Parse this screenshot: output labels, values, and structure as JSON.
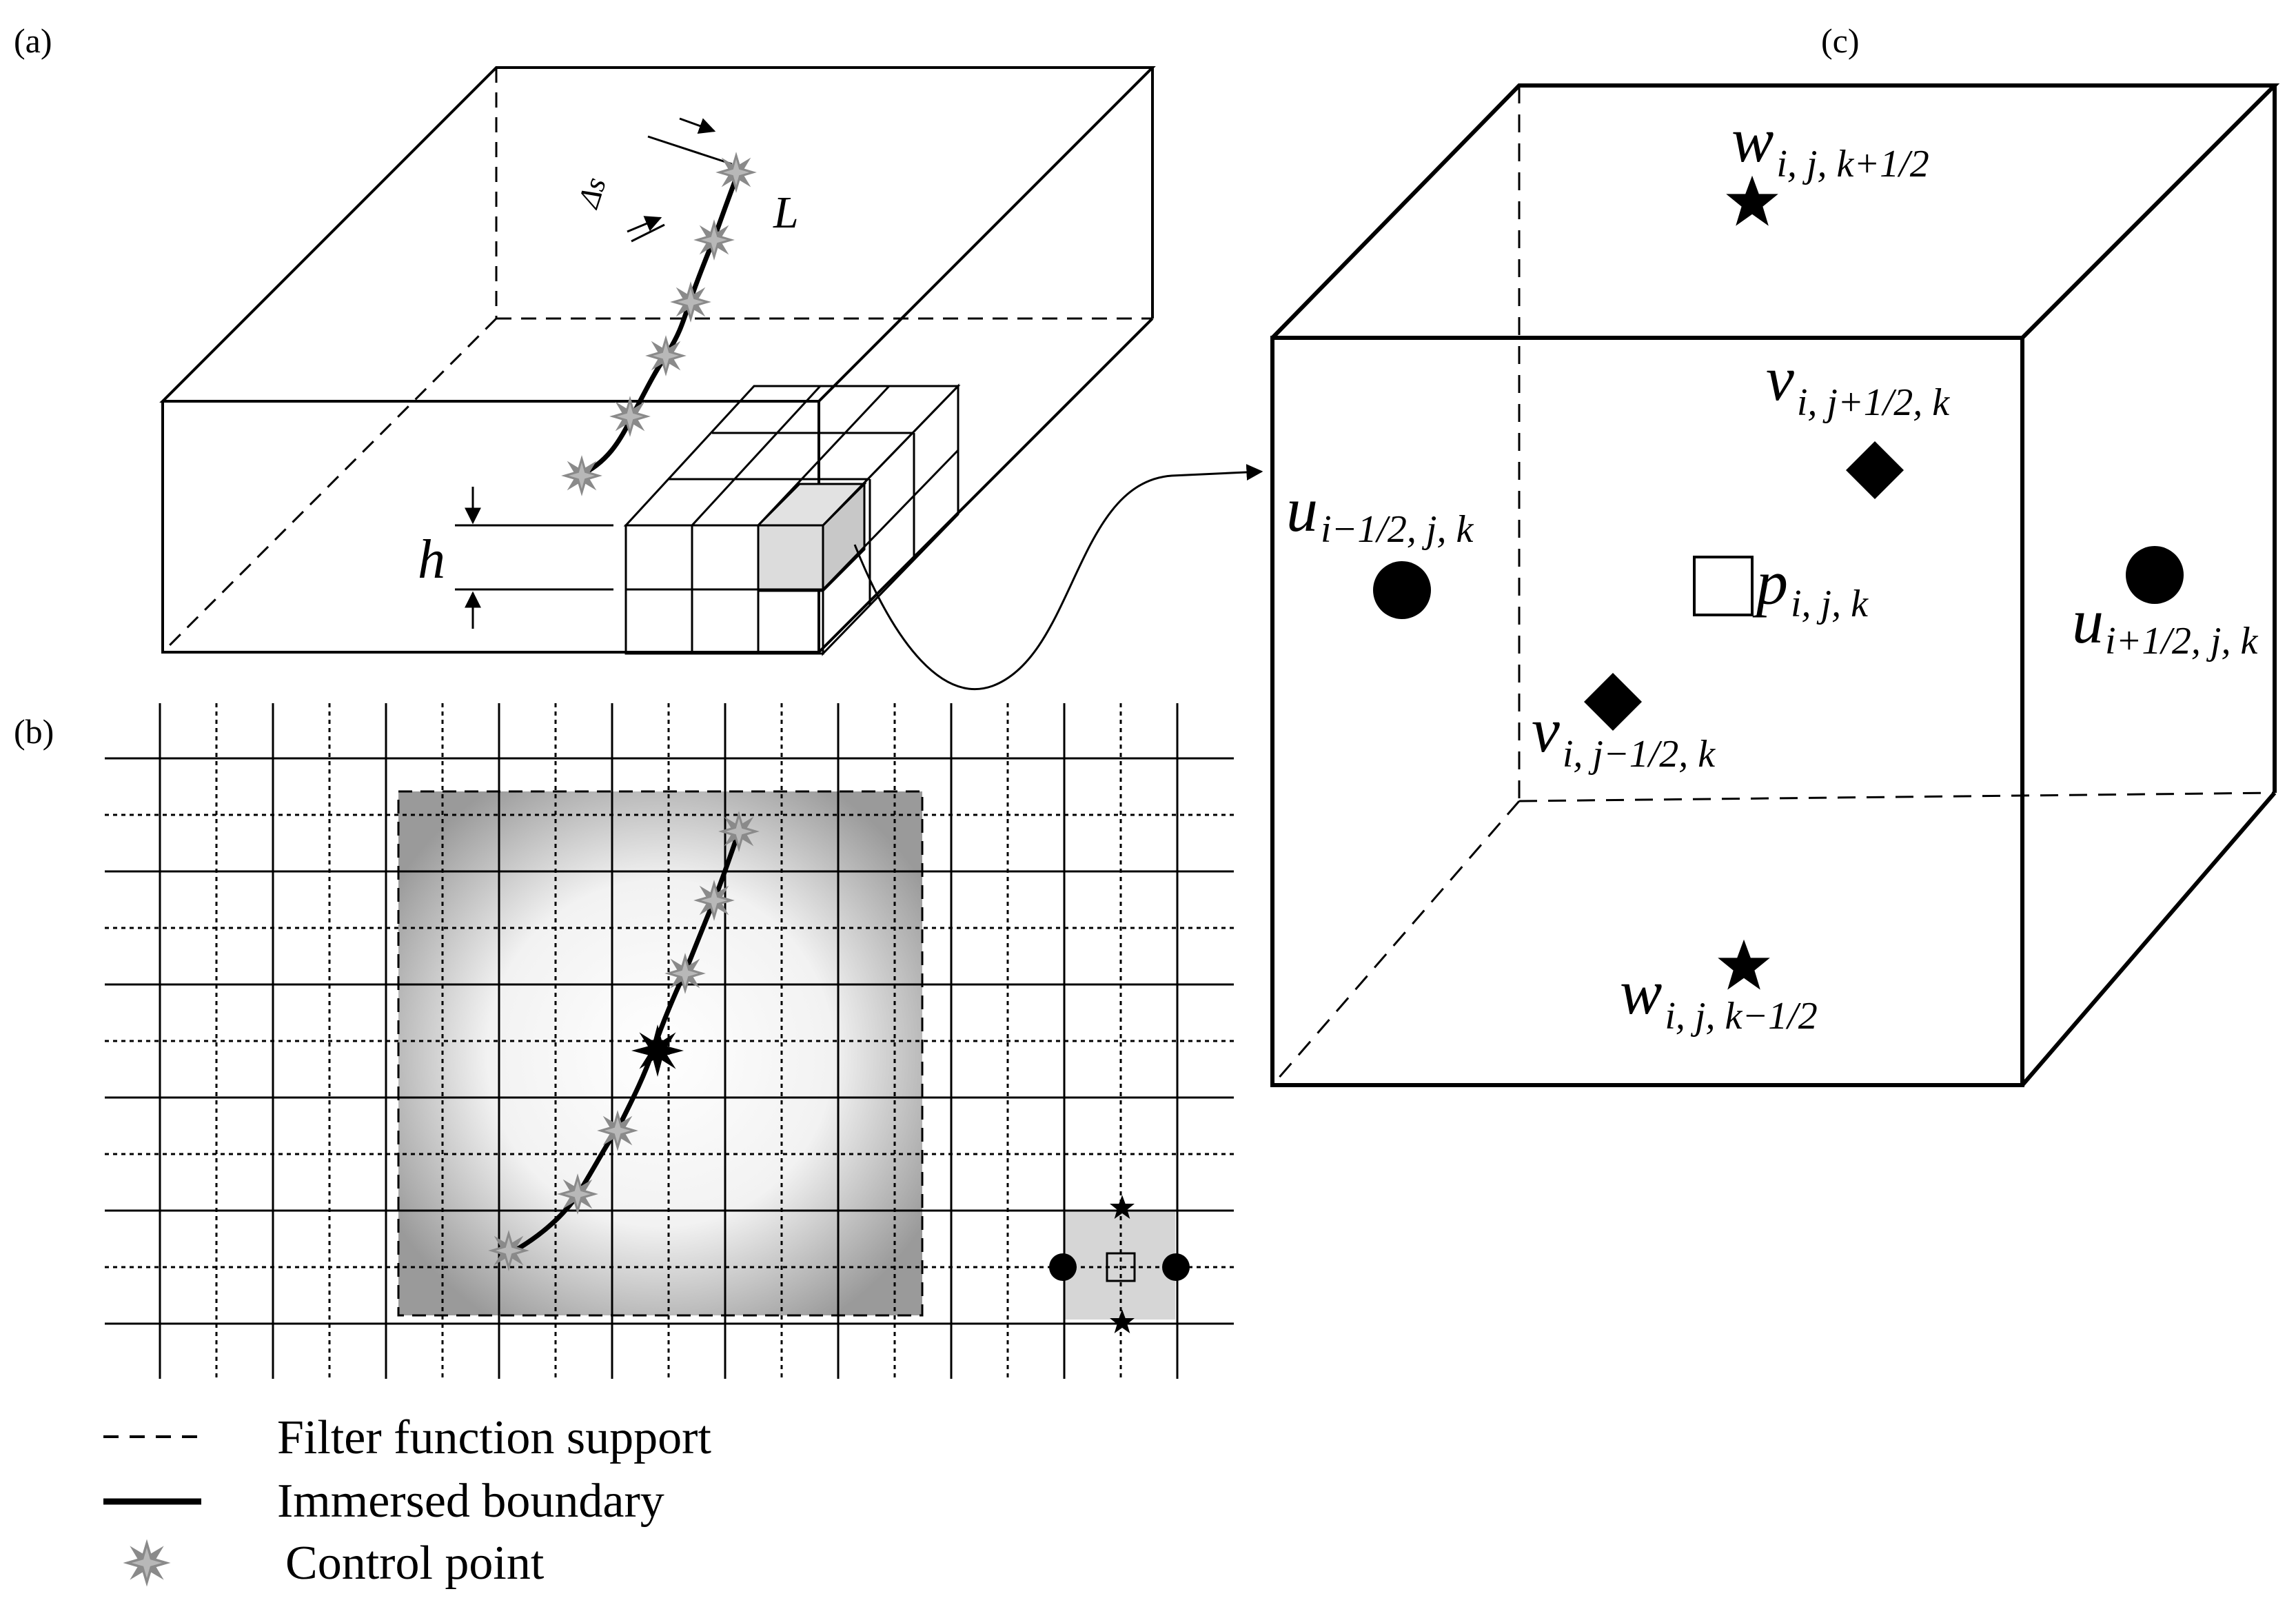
{
  "panel_labels": {
    "a": "(a)",
    "b": "(b)",
    "c": "(c)"
  },
  "panel_a": {
    "delta_s": "Δs",
    "length": "L",
    "cell_size": "h"
  },
  "panel_c": {
    "w_top": {
      "sym": "w",
      "sub": "i, j, k+1/2"
    },
    "v_top": {
      "sym": "v",
      "sub": "i, j+1/2, k"
    },
    "u_left": {
      "sym": "u",
      "sub": "i−1/2, j, k"
    },
    "p_center": {
      "sym": "p",
      "sub": "i, j, k"
    },
    "u_right": {
      "sym": "u",
      "sub": "i+1/2, j, k"
    },
    "v_bottom": {
      "sym": "v",
      "sub": "i, j−1/2, k"
    },
    "w_bottom": {
      "sym": "w",
      "sub": "i, j, k−1/2"
    }
  },
  "legend": {
    "filter_support": "Filter function support",
    "immersed_boundary": "Immersed boundary",
    "control_point": "Control point"
  },
  "colors": {
    "line": "#000000",
    "control_point": "#808080",
    "shade": "#d4d4d4"
  },
  "icons": {
    "control_point": "star-burst-icon",
    "w_marker": "star-icon",
    "v_marker": "diamond-icon",
    "u_marker": "circle-icon",
    "p_marker": "square-icon"
  }
}
